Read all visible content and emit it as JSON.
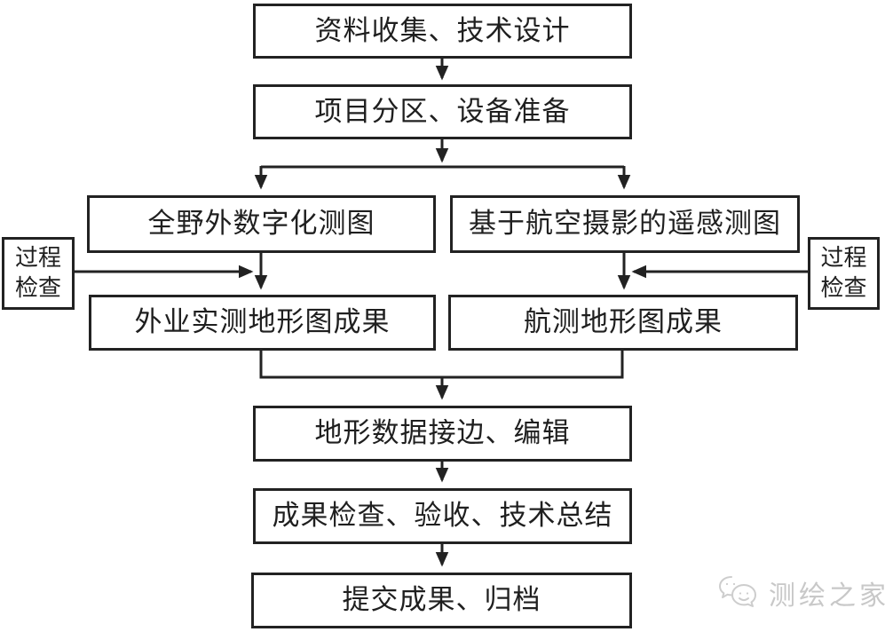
{
  "diagram": {
    "type": "flowchart",
    "nodes": {
      "collect": {
        "label": "资料收集、技术设计"
      },
      "partition": {
        "label": "项目分区、设备准备"
      },
      "field_mapping": {
        "label": "全野外数字化测图"
      },
      "remote_mapping": {
        "label": "基于航空摄影的遥感测图"
      },
      "field_result": {
        "label": "外业实测地形图成果"
      },
      "aerial_result": {
        "label": "航测地形图成果"
      },
      "edge_edit": {
        "label": "地形数据接边、编辑"
      },
      "inspection": {
        "label": "成果检查、验收、技术总结"
      },
      "submit": {
        "label": "提交成果、归档"
      },
      "check_left": {
        "label": "过程检查"
      },
      "check_right": {
        "label": "过程检查"
      }
    },
    "colors": {
      "line": "#222222",
      "box_border": "#222222",
      "text": "#1f1f1f",
      "background": "#ffffff",
      "watermark": "#c8c8c8"
    }
  },
  "watermark": {
    "label": "测绘之家",
    "icon": "wechat-icon"
  }
}
